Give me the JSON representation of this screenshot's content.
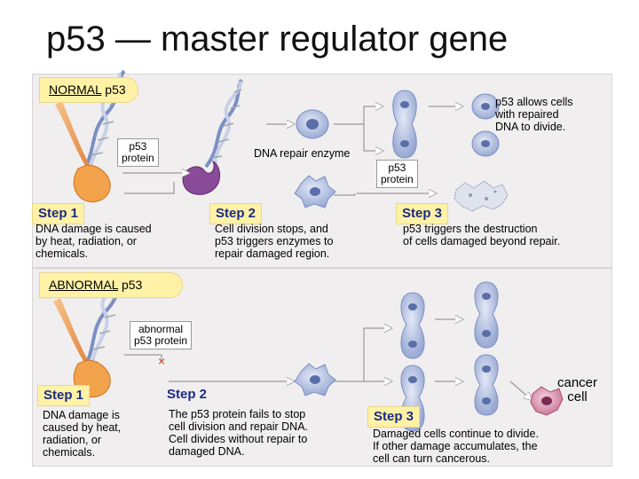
{
  "title": "p53 — master regulator gene",
  "normal": {
    "banner_prefix": "NORMAL",
    "banner_suffix": " p53",
    "p53_protein_label": "p53\nprotein",
    "dna_repair_label": "DNA repair enzyme",
    "p53_protein_label_right": "p53\nprotein",
    "allows_text": "p53 allows cells\nwith repaired\nDNA to divide.",
    "step1": {
      "label": "Step 1",
      "text": "DNA damage is caused\nby heat, radiation, or\nchemicals."
    },
    "step2": {
      "label": "Step 2",
      "text": "Cell division stops, and\np53 triggers enzymes to\nrepair damaged region."
    },
    "step3": {
      "label": "Step 3",
      "text": "p53 triggers the destruction\nof cells damaged beyond repair."
    }
  },
  "abnormal": {
    "banner_prefix": "ABNORMAL",
    "banner_suffix": " p53",
    "abnormal_protein_label": "abnormal\np53 protein",
    "cancer_label": "cancer\ncell",
    "step1": {
      "label": "Step 1",
      "text": "DNA damage is\ncaused by heat,\nradiation, or\nchemicals."
    },
    "step2": {
      "label": "Step 2",
      "text": "The p53 protein fails to stop\ncell division and repair DNA.\nCell divides without repair to\ndamaged DNA."
    },
    "step3": {
      "label": "Step 3",
      "text": "Damaged cells continue to divide.\nIf other damage accumulates, the\ncell can turn cancerous."
    }
  },
  "colors": {
    "panel": "#f0eeee",
    "banner": "#fff2a6",
    "step_text": "#1b2a86",
    "cell": "#b9c5e4",
    "nucleus": "#5a6ea8",
    "dna_a": "#7a8fc4",
    "dna_b": "#c9cfe6",
    "enzyme": "#8a4a9a",
    "arrow": "#e07a20",
    "cancer": "#d88aa6"
  }
}
